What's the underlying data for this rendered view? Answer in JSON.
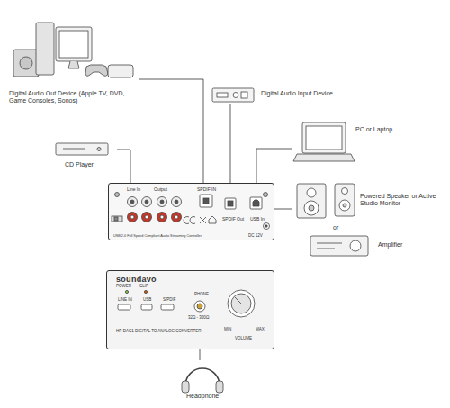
{
  "diagram": {
    "nodes": [
      {
        "text": [
          "Digital Audio Out Device (Apple TV, DVD, Game Consoles, Sonos)"
        ]
      },
      {
        "text": [
          "CD Player"
        ]
      },
      {
        "text": [
          "Digital Audio Input Device"
        ]
      },
      {
        "text": [
          "PC or Laptop"
        ]
      },
      {
        "text": [
          "Powered Speaker or Active Studio Monitor"
        ]
      },
      {
        "text": [
          "Amplifier"
        ]
      },
      {
        "text": [
          "Line In",
          "Output",
          "SPDIF IN",
          "SPDIF Out",
          "USB In",
          "DC 12V",
          "USB 2.0 Full Speed Compliant Audio Streaming Controller"
        ]
      },
      {
        "text": [
          "soundavo",
          "POWER",
          "CLIP",
          "LINE IN",
          "USB",
          "S/PDIF",
          "PHONE",
          "32Ω - 300Ω",
          "HP-DAC1 DIGITAL TO ANALOG CONVERTER",
          "MIN",
          "MAX",
          "VOLUME"
        ]
      },
      {
        "text": [
          "Headphone"
        ]
      }
    ],
    "edges": [
      {
        "from": 0,
        "to": 6,
        "arrow": "none"
      },
      {
        "from": 1,
        "to": 6,
        "arrow": "none"
      },
      {
        "from": 6,
        "to": 2,
        "arrow": "none"
      },
      {
        "from": 6,
        "to": 3,
        "arrow": "none"
      },
      {
        "from": 6,
        "to": 4,
        "arrow": "none"
      },
      {
        "from": 7,
        "to": 8,
        "arrow": "none"
      }
    ],
    "labels": [
      "or"
    ]
  }
}
